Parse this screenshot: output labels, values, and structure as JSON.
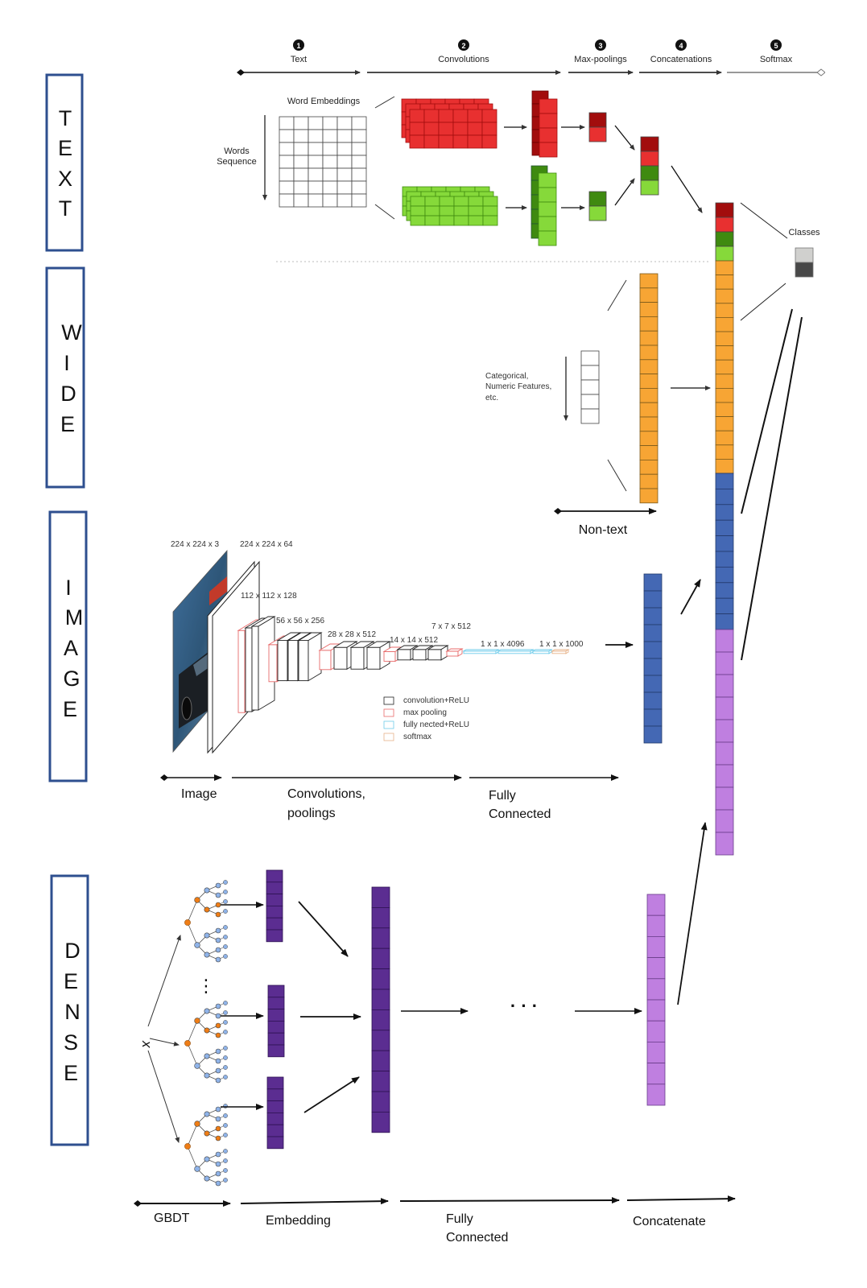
{
  "sections": [
    {
      "id": "text",
      "letters": [
        "T",
        "E",
        "X",
        "T"
      ]
    },
    {
      "id": "wide",
      "letters": [
        "W",
        "I",
        "D",
        "E"
      ]
    },
    {
      "id": "image",
      "letters": [
        "I",
        "M",
        "A",
        "G",
        "E"
      ]
    },
    {
      "id": "dense",
      "letters": [
        "D",
        "E",
        "N",
        "S",
        "E"
      ]
    }
  ],
  "steps": [
    {
      "num": "1",
      "label": "Text"
    },
    {
      "num": "2",
      "label": "Convolutions"
    },
    {
      "num": "3",
      "label": "Max-poolings"
    },
    {
      "num": "4",
      "label": "Concatenations"
    },
    {
      "num": "5",
      "label": "Softmax"
    }
  ],
  "text_branch": {
    "word_embeddings": "Word Embeddings",
    "words_line1": "Words",
    "words_line2": "Sequence",
    "classes": "Classes"
  },
  "wide_branch": {
    "features_line1": "Categorical,",
    "features_line2": "Numeric Features,",
    "features_line3": "etc.",
    "non_text": "Non-text"
  },
  "image_branch": {
    "dims": [
      "224 x 224 x 3",
      "224 x 224 x 64",
      "112 x 112 x 128",
      "56 x 56 x 256",
      "28 x 28 x 512",
      "14 x 14 x 512",
      "7 x 7 x 512",
      "1 x 1 x 4096",
      "1 x 1 x 1000"
    ],
    "legend": [
      "convolution+ReLU",
      "max pooling",
      "fully nected+ReLU",
      "softmax"
    ],
    "stage_image": "Image",
    "stage_conv_line1": "Convolutions,",
    "stage_conv_line2": "poolings",
    "stage_fc_line1": "Fully",
    "stage_fc_line2": "Connected"
  },
  "dense_branch": {
    "input_symbol": "x",
    "vdots": "⋮",
    "hdots": "· · ·",
    "gbdt": "GBDT",
    "embedding": "Embedding",
    "fc_line1": "Fully",
    "fc_line2": "Connected",
    "concatenate": "Concatenate"
  },
  "colors": {
    "section_border": "#2e4f8f",
    "red": "#e83030",
    "red_dark": "#a20d0d",
    "green": "#86d93a",
    "green_dark": "#3f8a10",
    "orange": "#f7a534",
    "blue": "#4468b4",
    "purple": "#bf7fe0",
    "dark_purple": "#5b2d91",
    "orange_node": "#ee7d16",
    "blue_node": "#8fb3e8"
  }
}
